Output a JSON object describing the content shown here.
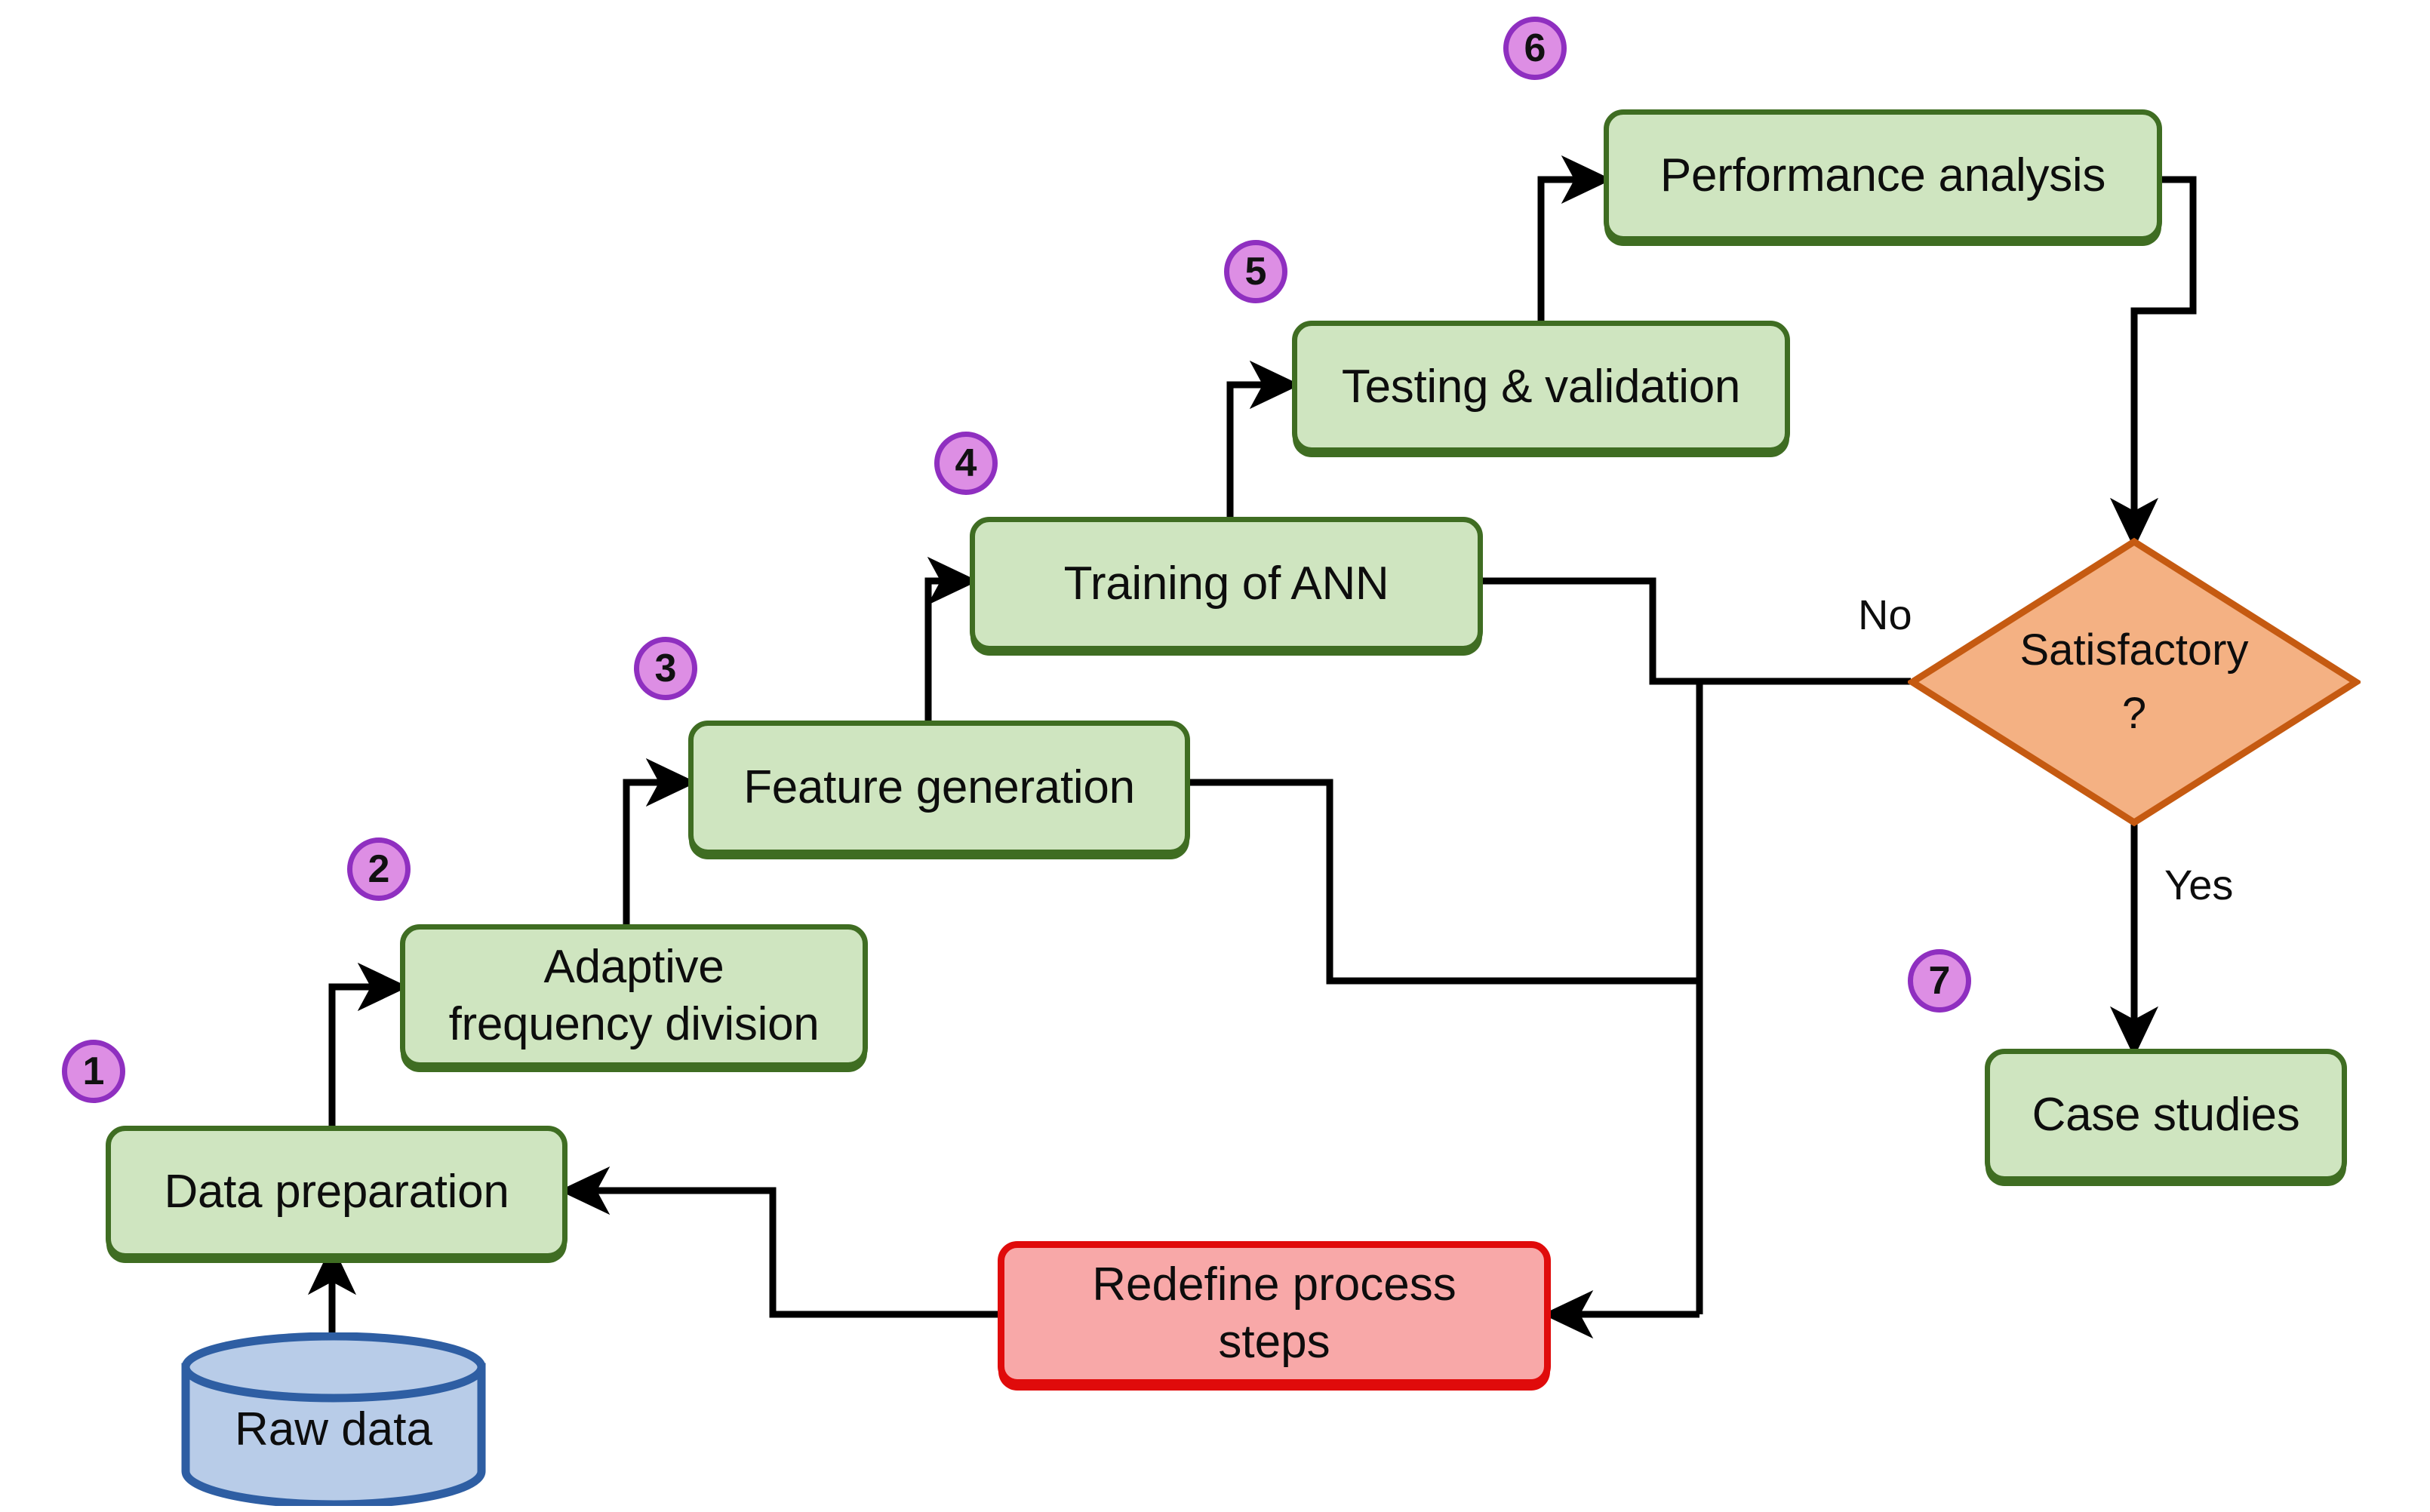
{
  "diagram": {
    "title": "ANN-based process workflow flowchart",
    "colors": {
      "process_fill": "#cfe5c0",
      "process_border": "#3f6d22",
      "decision_fill": "#f4b183",
      "decision_border": "#c55a11",
      "redefine_fill": "#f8a8a8",
      "redefine_border": "#e00b0b",
      "datastore_fill": "#b8cce8",
      "datastore_border": "#2e5ea3",
      "badge_fill": "#dd8ee4",
      "badge_border": "#8f2fc0",
      "connector": "#000000",
      "background": "#ffffff"
    }
  },
  "nodes": {
    "raw_data": {
      "label": "Raw data",
      "type": "datastore"
    },
    "data_preparation": {
      "label": "Data preparation",
      "type": "process",
      "step": "1"
    },
    "adaptive_frequency_division": {
      "label": "Adaptive\nfrequency division",
      "line1": "Adaptive",
      "line2": "frequency division",
      "type": "process",
      "step": "2"
    },
    "feature_generation": {
      "label": "Feature generation",
      "type": "process",
      "step": "3"
    },
    "training_of_ann": {
      "label": "Training of ANN",
      "type": "process",
      "step": "4"
    },
    "testing_validation": {
      "label": "Testing & validation",
      "type": "process",
      "step": "5"
    },
    "performance_analysis": {
      "label": "Performance analysis",
      "type": "process",
      "step": "6"
    },
    "satisfactory_decision": {
      "line1": "Satisfactory",
      "line2": "?",
      "type": "decision"
    },
    "case_studies": {
      "label": "Case studies",
      "type": "process",
      "step": "7"
    },
    "redefine_process_steps": {
      "label": "Redefine process\nsteps",
      "line1": "Redefine process",
      "line2": "steps",
      "type": "process-rework"
    }
  },
  "badges": [
    {
      "id": "badge-1",
      "text": "1"
    },
    {
      "id": "badge-2",
      "text": "2"
    },
    {
      "id": "badge-3",
      "text": "3"
    },
    {
      "id": "badge-4",
      "text": "4"
    },
    {
      "id": "badge-5",
      "text": "5"
    },
    {
      "id": "badge-6",
      "text": "6"
    },
    {
      "id": "badge-7",
      "text": "7"
    }
  ],
  "edge_labels": {
    "no": "No",
    "yes": "Yes"
  },
  "flow": {
    "edges": [
      {
        "from": "raw_data",
        "to": "data_preparation",
        "label": ""
      },
      {
        "from": "data_preparation",
        "to": "adaptive_frequency_division",
        "label": ""
      },
      {
        "from": "adaptive_frequency_division",
        "to": "feature_generation",
        "label": ""
      },
      {
        "from": "feature_generation",
        "to": "training_of_ann",
        "label": ""
      },
      {
        "from": "training_of_ann",
        "to": "testing_validation",
        "label": ""
      },
      {
        "from": "testing_validation",
        "to": "performance_analysis",
        "label": ""
      },
      {
        "from": "performance_analysis",
        "to": "satisfactory_decision",
        "label": ""
      },
      {
        "from": "satisfactory_decision",
        "to": "case_studies",
        "label": "Yes"
      },
      {
        "from": "satisfactory_decision",
        "to": "training_of_ann",
        "label": "No"
      },
      {
        "from": "satisfactory_decision",
        "to": "feature_generation",
        "label": "No"
      },
      {
        "from": "satisfactory_decision",
        "to": "redefine_process_steps",
        "label": "No"
      },
      {
        "from": "redefine_process_steps",
        "to": "data_preparation",
        "label": ""
      }
    ]
  }
}
